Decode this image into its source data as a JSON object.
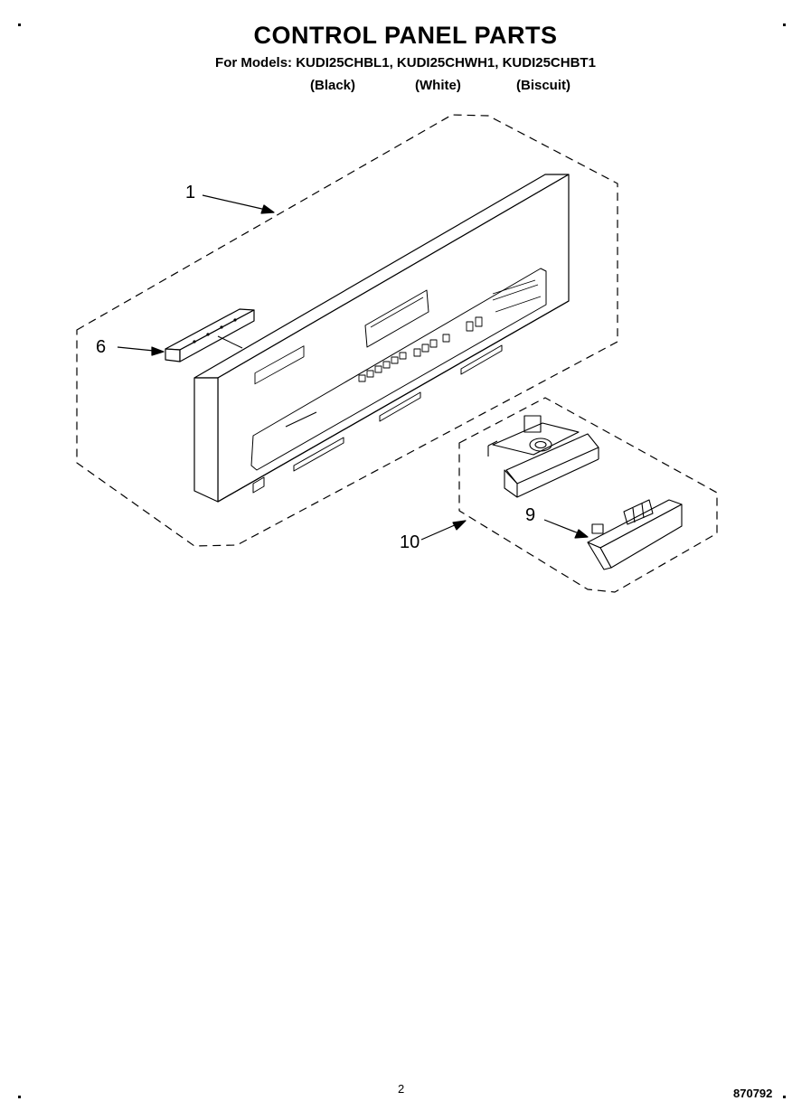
{
  "title": "CONTROL PANEL PARTS",
  "models_line": "For Models: KUDI25CHBL1, KUDI25CHWH1, KUDI25CHBT1",
  "colors": [
    "(Black)",
    "(White)",
    "(Biscuit)"
  ],
  "callouts": {
    "panel": "1",
    "trim": "6",
    "handle": "9",
    "handle_assembly": "10"
  },
  "footer": {
    "page_number": "2",
    "code": "870792"
  }
}
